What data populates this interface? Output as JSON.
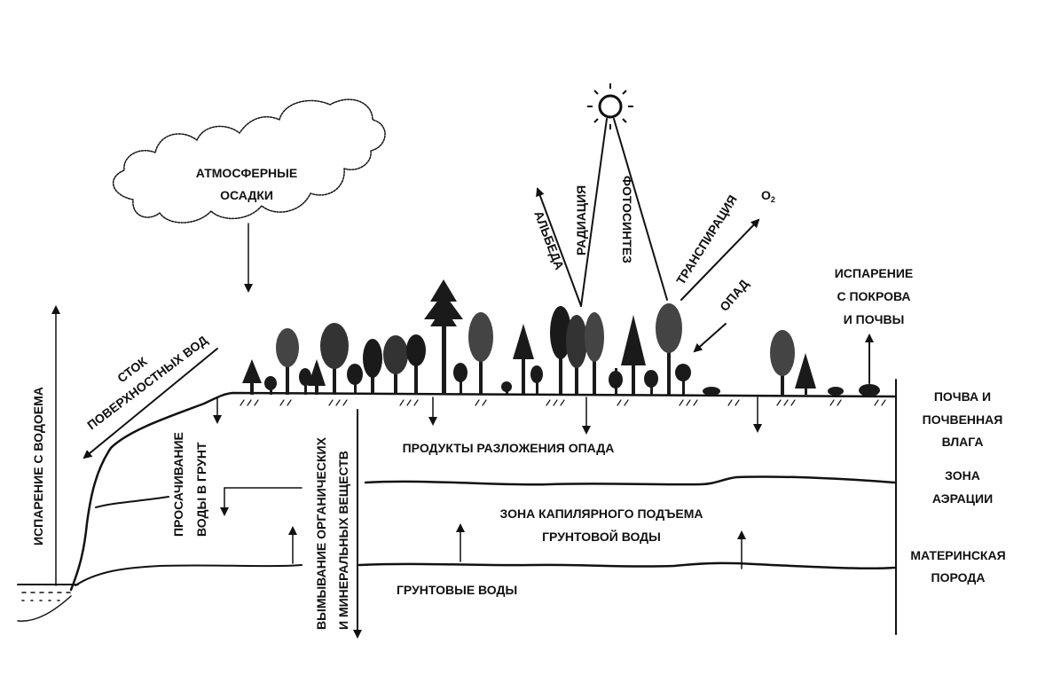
{
  "labels": {
    "precipitation_line1": "АТМОСФЕРНЫЕ",
    "precipitation_line2": "ОСАДКИ",
    "runoff_line1": "СТОК",
    "runoff_line2": "ПОВЕРХНОСТНЫХ ВОД",
    "evap_water": "ИСПАРЕНИЕ С ВОДОЕМА",
    "percolation_line1": "ПРОСАЧИВАНИЕ",
    "percolation_line2": "ВОДЫ В ГРУНТ",
    "leaching_line1": "ВЫМЫВАНИЕ ОРГАНИЧЕСКИХ",
    "leaching_line2": "И МИНЕРАЛЬНЫХ ВЕЩЕСТВ",
    "albedo": "АЛЬБЕДА",
    "radiation": "РАДИАЦИЯ",
    "photosynthesis": "ФОТОСИНТЕЗ",
    "transpiration": "ТРАНСПИРАЦИЯ",
    "o2": "O",
    "o2_sub": "2",
    "litterfall": "ОПАД",
    "evap_cover_line1": "ИСПАРЕНИЕ",
    "evap_cover_line2": "С ПОКРОВА",
    "evap_cover_line3": "И ПОЧВЫ",
    "decomposition": "ПРОДУКТЫ РАЗЛОЖЕНИЯ ОПАДА",
    "capillary_line1": "ЗОНА КАПИЛЯРНОГО ПОДЪЕМА",
    "capillary_line2": "ГРУНТОВОЙ ВОДЫ",
    "groundwater": "ГРУНТОВЫЕ ВОДЫ",
    "soil_line1": "ПОЧВА И",
    "soil_line2": "ПОЧВЕННАЯ",
    "soil_line3": "ВЛАГА",
    "aeration_line1": "ЗОНА",
    "aeration_line2": "АЭРАЦИИ",
    "bedrock_line1": "МАТЕРИНСКАЯ",
    "bedrock_line2": "ПОРОДА"
  }
}
